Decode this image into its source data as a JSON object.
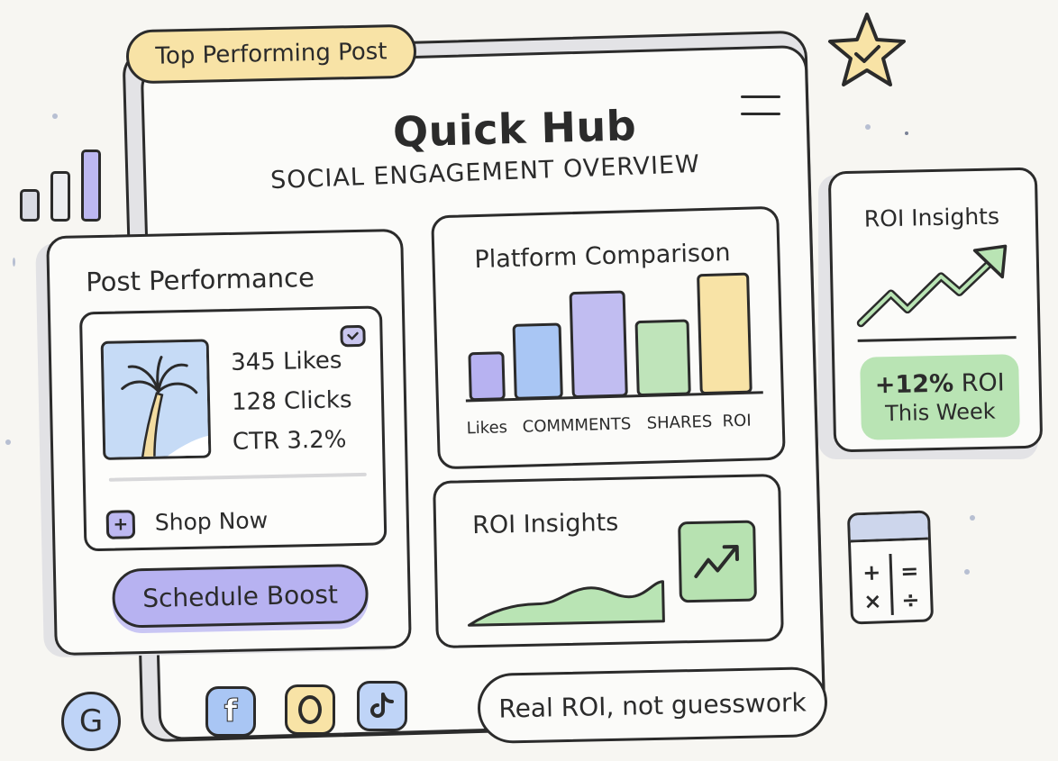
{
  "header": {
    "badge": "Top Performing Post",
    "title": "Quick Hub",
    "subtitle": "SOCIAL ENGAGEMENT OVERVIEW"
  },
  "post_performance": {
    "title": "Post Performance",
    "stats": {
      "likes": "345 Likes",
      "clicks": "128 Clicks",
      "ctr": "CTR 3.2%"
    },
    "shop_label": "Shop Now",
    "boost_label": "Schedule Boost"
  },
  "platform_comparison": {
    "title": "Platform Comparison",
    "labels": [
      "Likes",
      "COMMMENTS",
      "SHARES",
      "ROI"
    ]
  },
  "roi_small": {
    "title": "ROI Insights"
  },
  "roi_right": {
    "title": "ROI Insights",
    "value_bold": "+12%",
    "value_rest": " ROI",
    "period": "This Week"
  },
  "tagline": "Real ROI, not guesswork",
  "social_icons": [
    "google-icon",
    "facebook-icon",
    "instagram-icon",
    "tiktok-icon"
  ],
  "colors": {
    "lavender": "#b7b2f1",
    "blue": "#a9c6f4",
    "green": "#b9e4b4",
    "yellow": "#f8e3a6",
    "outline": "#2b2b2b"
  }
}
